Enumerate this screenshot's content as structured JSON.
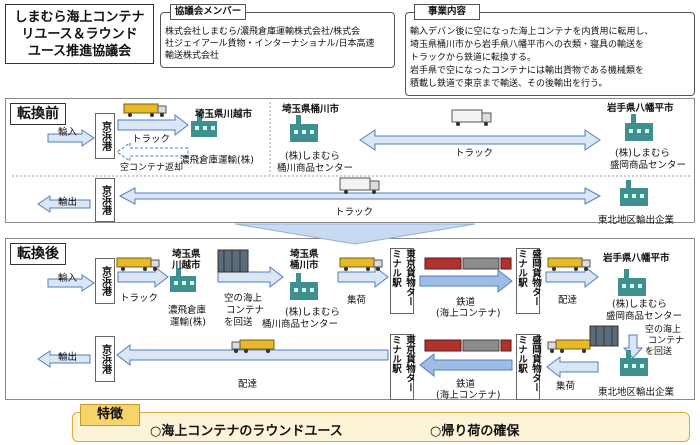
{
  "header": {
    "title": [
      "しまむら海上コンテナ",
      "リユース＆ラウンド",
      "ユース推進協議会"
    ],
    "members": {
      "label": "協議会メンバー",
      "lines": [
        "株式会社しまむら/濃飛倉庫運輸株式会社/株式会",
        "社ジェイアール貨物・インターナショナル/日本高速",
        "輸送株式会社"
      ]
    },
    "business": {
      "label": "事業内容",
      "lines": [
        "輸入デバン後に空になった海上コンテナを内貨用に転用し、",
        "埼玉県桶川市から岩手県八幡平市への衣類・寝具の輸送を",
        "トラックから鉄道に転換する。",
        "岩手県で空になったコンテナには輸出貨物である機械類を",
        "積載し鉄道で東京まで輸送、その後輸出を行う。"
      ]
    }
  },
  "before": {
    "label": "転換前",
    "keihin_port": "京浜港",
    "import": "輸入",
    "export": "輸出",
    "truck": "トラック",
    "empty_return": "空コンテナ返却",
    "kawagoe": "埼玉県川越市",
    "nohi": "濃飛倉庫運輸(株)",
    "okegawa": "埼玉県桶川市",
    "shimamura_okegawa": [
      "(株)しまむら",
      "桶川商品センター"
    ],
    "hachimantai": "岩手県八幡平市",
    "shimamura_morioka": [
      "(株)しまむら",
      "盛岡商品センター"
    ],
    "tohoku_export": "東北地区輸出企業"
  },
  "after": {
    "label": "転換後",
    "keihin_port": "京浜港",
    "import": "輸入",
    "export": "輸出",
    "truck": "トラック",
    "kawagoe": [
      "埼玉県",
      "川越市"
    ],
    "nohi": [
      "濃飛倉庫",
      "運輸(株)"
    ],
    "empty_ship": [
      "空の海上",
      "コンテナ",
      "を回送"
    ],
    "okegawa": [
      "埼玉県",
      "桶川市"
    ],
    "shimamura_okegawa": [
      "(株)しまむら",
      "桶川商品センター"
    ],
    "collect": "集荷",
    "tokyo_terminal": "東京貨物ターミナル駅",
    "morioka_terminal": "盛岡貨物ターミナル駅",
    "rail": [
      "鉄道",
      "(海上コンテナ)"
    ],
    "delivery": "配達",
    "hachimantai": "岩手県八幡平市",
    "shimamura_morioka": [
      "(株)しまむら",
      "盛岡商品センター"
    ],
    "empty_ship2": [
      "空の海上",
      "コンテナ",
      "を回送"
    ],
    "tohoku_export": "東北地区輸出企業"
  },
  "features": {
    "label": "特徴",
    "items": [
      "○海上コンテナのラウンドユース",
      "○帰り荷の確保"
    ]
  },
  "colors": {
    "arrow_blue": "#4e7fbf",
    "arrow_fill": "#dbe6f4",
    "factory_teal": "#3f8f8f",
    "container_yellow": "#e7b92a",
    "container_red": "#b0322e",
    "feature_bg": "#fdf3d6",
    "feature_border": "#e3a83c"
  }
}
